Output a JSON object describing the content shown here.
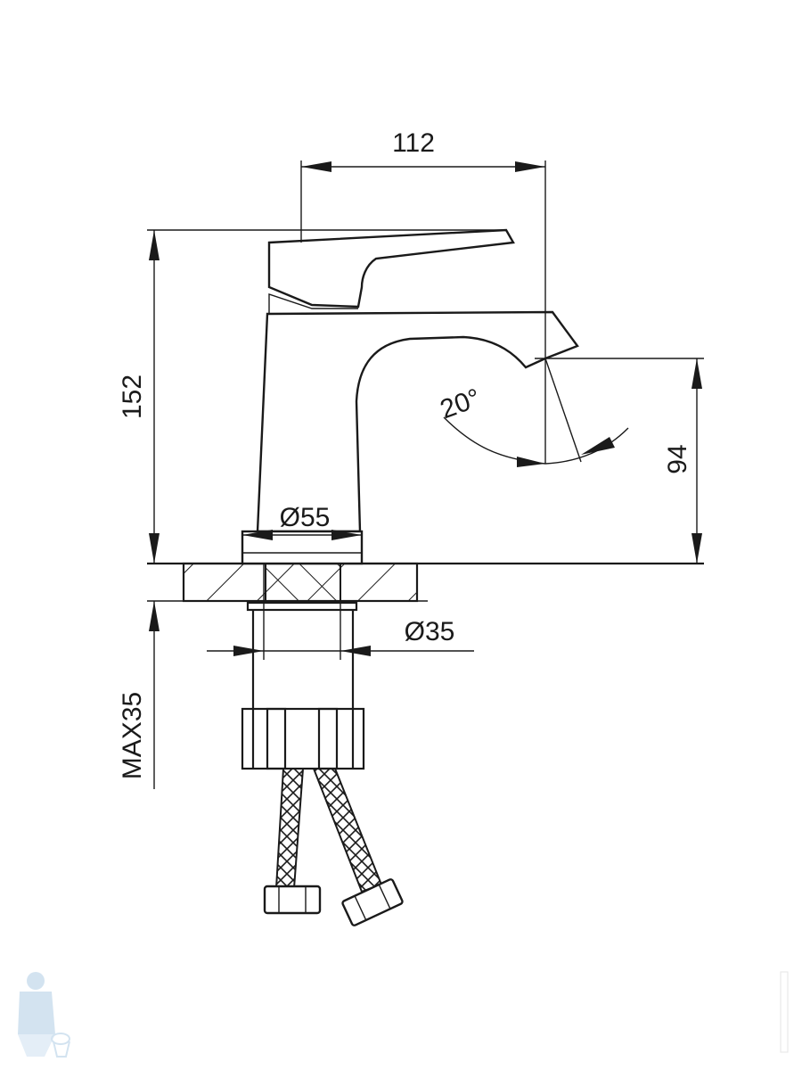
{
  "drawing": {
    "dimensions": {
      "spout_reach": "112",
      "total_height": "152",
      "spout_height": "94",
      "spout_angle": "20°",
      "base_diameter": "Ø55",
      "shank_diameter": "Ø35",
      "max_countertop": "MAX35"
    }
  }
}
